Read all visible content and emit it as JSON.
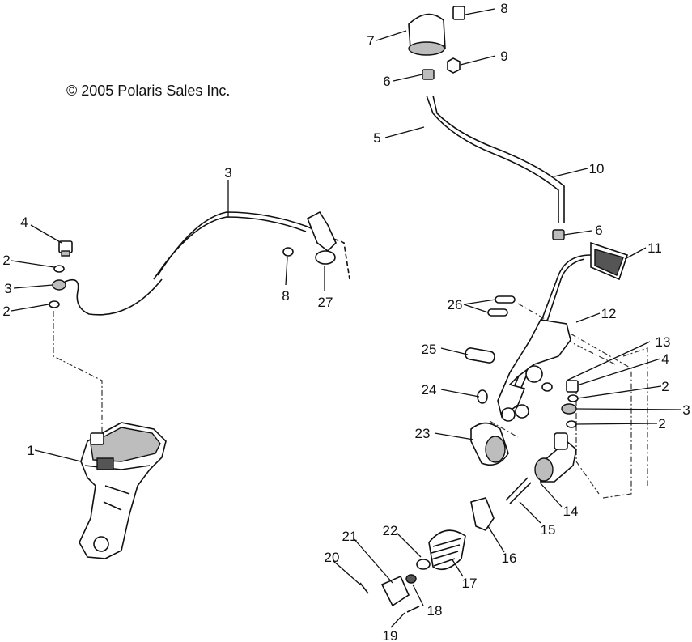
{
  "copyright": "© 2005 Polaris Sales Inc.",
  "callouts": [
    "1",
    "2",
    "2",
    "2",
    "2",
    "3",
    "3",
    "3",
    "4",
    "4",
    "5",
    "6",
    "6",
    "7",
    "8",
    "8",
    "9",
    "10",
    "11",
    "12",
    "13",
    "14",
    "15",
    "16",
    "17",
    "18",
    "19",
    "20",
    "21",
    "22",
    "23",
    "24",
    "25",
    "26",
    "27"
  ],
  "labels": {
    "c1": "1",
    "c2a": "2",
    "c2b": "2",
    "c2c": "2",
    "c2d": "2",
    "c3a": "3",
    "c3b": "3",
    "c3c": "3",
    "c4a": "4",
    "c4b": "4",
    "c5": "5",
    "c6a": "6",
    "c6b": "6",
    "c7": "7",
    "c8a": "8",
    "c8b": "8",
    "c9": "9",
    "c10": "10",
    "c11": "11",
    "c12": "12",
    "c13": "13",
    "c14": "14",
    "c15": "15",
    "c16": "16",
    "c17": "17",
    "c18": "18",
    "c19": "19",
    "c20": "20",
    "c21": "21",
    "c22": "22",
    "c23": "23",
    "c24": "24",
    "c25": "25",
    "c26": "26",
    "c27": "27"
  }
}
